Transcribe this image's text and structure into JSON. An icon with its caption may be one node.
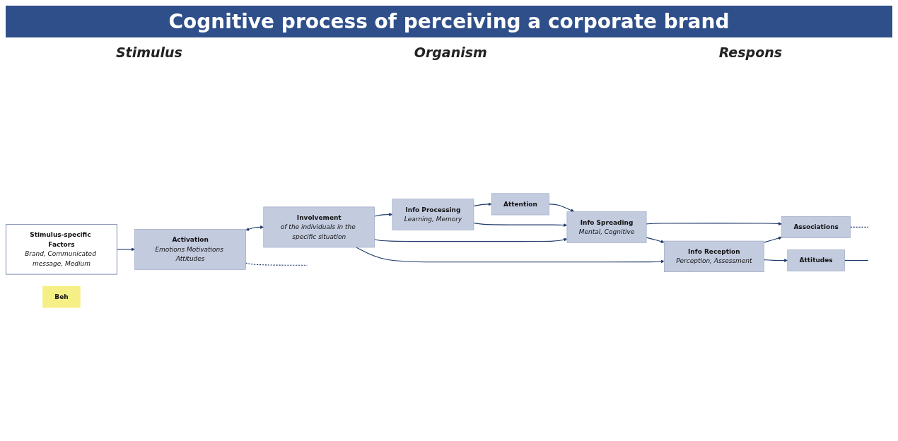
{
  "diagram": {
    "title": "Cognitive process of perceiving a corporate brand",
    "nodes": [
      {
        "text": [
          "Stimulus-specific Factors",
          "Brand, Communicated message, Medium"
        ]
      },
      {
        "text": [
          "Activation",
          "Emotions Motivations Attitudes"
        ]
      },
      {
        "text": [
          "Involvement",
          "of the individuals in the specific situation"
        ]
      },
      {
        "text": [
          "Info Processing",
          "Learning, Memory"
        ]
      },
      {
        "text": [
          "Attention"
        ]
      },
      {
        "text": [
          "Info Spreading",
          "Mental, Cognitive"
        ]
      },
      {
        "text": [
          "Associations"
        ]
      },
      {
        "text": [
          "Info Reception",
          "Perception, Assessment"
        ]
      },
      {
        "text": [
          "Attitudes"
        ]
      },
      {
        "text": [
          "Beh"
        ]
      }
    ],
    "edges": [
      {
        "from": 0,
        "to": 1,
        "arrow": "to"
      },
      {
        "from": 1,
        "to": 2,
        "arrow": "both"
      },
      {
        "from": 2,
        "to": 3,
        "arrow": "to"
      },
      {
        "from": 2,
        "to": 5,
        "arrow": "to"
      },
      {
        "from": 2,
        "to": 7,
        "arrow": "to"
      },
      {
        "from": 3,
        "to": 4,
        "arrow": "to"
      },
      {
        "from": 3,
        "to": 5,
        "arrow": "to"
      },
      {
        "from": 4,
        "to": 5,
        "arrow": "to"
      },
      {
        "from": 5,
        "to": 6,
        "arrow": "to"
      },
      {
        "from": 5,
        "to": 7,
        "arrow": "to"
      },
      {
        "from": 7,
        "to": 6,
        "arrow": "to"
      },
      {
        "from": 7,
        "to": 8,
        "arrow": "to"
      },
      {
        "from": 1,
        "to": null,
        "arrow": "none",
        "style": "dashed"
      },
      {
        "from": 6,
        "to": null,
        "arrow": "none",
        "style": "dashed"
      },
      {
        "from": 8,
        "to": null,
        "arrow": "none"
      }
    ],
    "labels": [
      "Stimulus",
      "Organism",
      "Respons"
    ]
  }
}
